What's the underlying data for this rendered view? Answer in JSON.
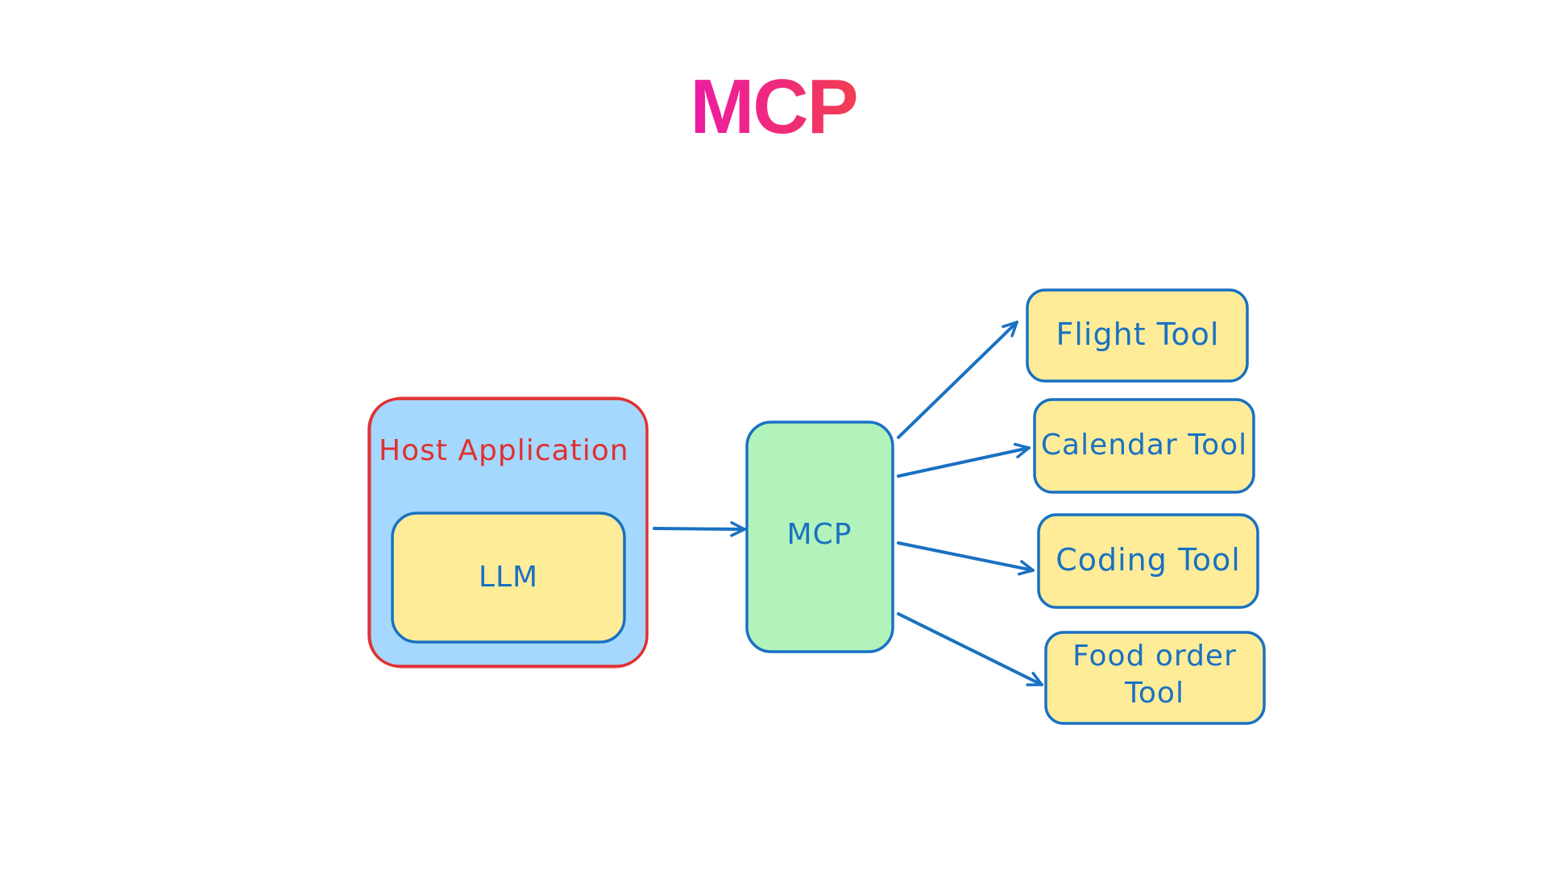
{
  "title": "MCP",
  "nodes": {
    "host": "Host Application",
    "llm": "LLM",
    "mcp": "MCP",
    "flight": "Flight Tool",
    "calendar": "Calendar Tool",
    "coding": "Coding Tool",
    "food_line1": "Food order",
    "food_line2": "Tool"
  },
  "colors": {
    "title_gradient": [
      "#ec1ca4",
      "#f23f4f"
    ],
    "host_fill": "#a5d8ff",
    "host_stroke": "#e03131",
    "llm_fill": "#ffec99",
    "mcp_fill": "#b2f2bb",
    "tool_fill": "#ffec99",
    "blue_stroke": "#1971c2"
  }
}
